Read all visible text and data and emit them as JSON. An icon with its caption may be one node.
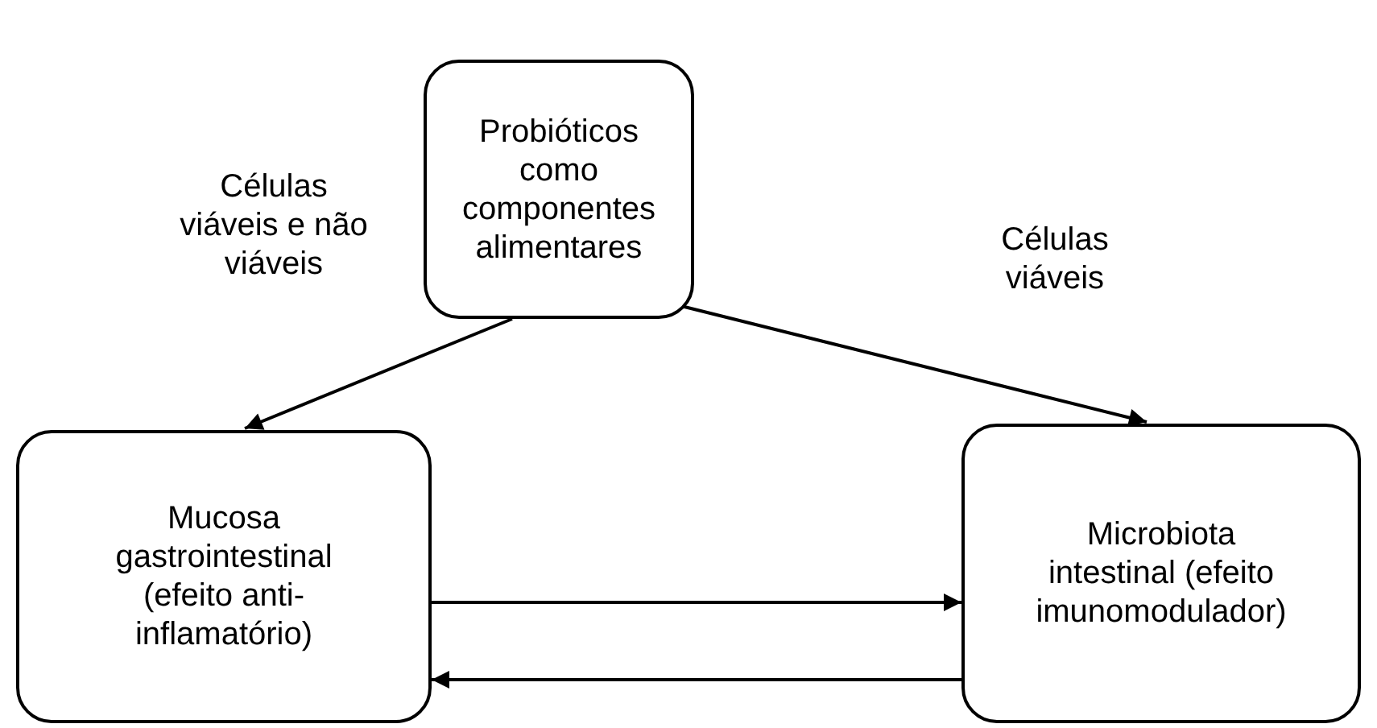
{
  "diagram": {
    "nodes": [
      {
        "text": [
          "Probióticos como componentes alimentares"
        ]
      },
      {
        "text": [
          "Mucosa gastrointestinal (efeito anti-inflamatório)"
        ]
      },
      {
        "text": [
          "Microbiota intestinal (efeito imunomodulador)"
        ]
      }
    ],
    "edges": [
      {
        "from": 0,
        "to": 1,
        "arrow": "to",
        "label": "Células viáveis e não viáveis"
      },
      {
        "from": 0,
        "to": 2,
        "arrow": "to",
        "label": "Células viáveis"
      },
      {
        "from": 1,
        "to": 2,
        "arrow": "to"
      },
      {
        "from": 2,
        "to": 1,
        "arrow": "to"
      }
    ]
  }
}
